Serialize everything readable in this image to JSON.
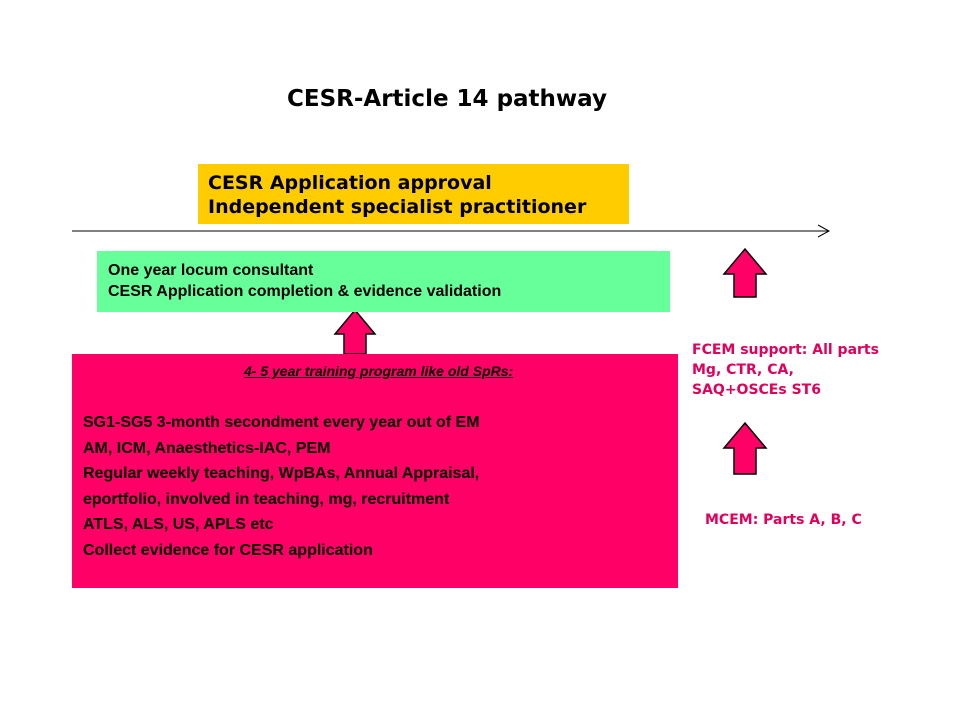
{
  "title": "CESR-Article 14 pathway",
  "approval": {
    "line1": "CESR Application approval",
    "line2": "Independent specialist practitioner"
  },
  "locum": {
    "line1": "One year locum consultant",
    "line2": "CESR Application completion & evidence validation"
  },
  "training": {
    "heading": "4- 5 year training program like old SpRs:",
    "items": [
      "SG1-SG5 3-month secondment every year out of EM",
      "AM, ICM, Anaesthetics-IAC, PEM",
      "Regular weekly teaching, WpBAs, Annual Appraisal,",
      "eportfolio, involved in teaching, mg, recruitment",
      "ATLS, ALS, US, APLS etc",
      "Collect evidence for CESR application"
    ]
  },
  "fcem": {
    "line1": "FCEM support: All parts",
    "line2": "Mg, CTR, CA,",
    "line3": "SAQ+OSCEs ST6"
  },
  "mcem": "MCEM: Parts A, B, C",
  "colors": {
    "approval_box": "#ffcc00",
    "locum_box": "#66ff99",
    "training_box": "#ff0066",
    "up_arrow": "#ff0066",
    "side_text": "#e3005a"
  },
  "icons": [
    "timeline-arrow-icon",
    "up-arrow-icon"
  ]
}
